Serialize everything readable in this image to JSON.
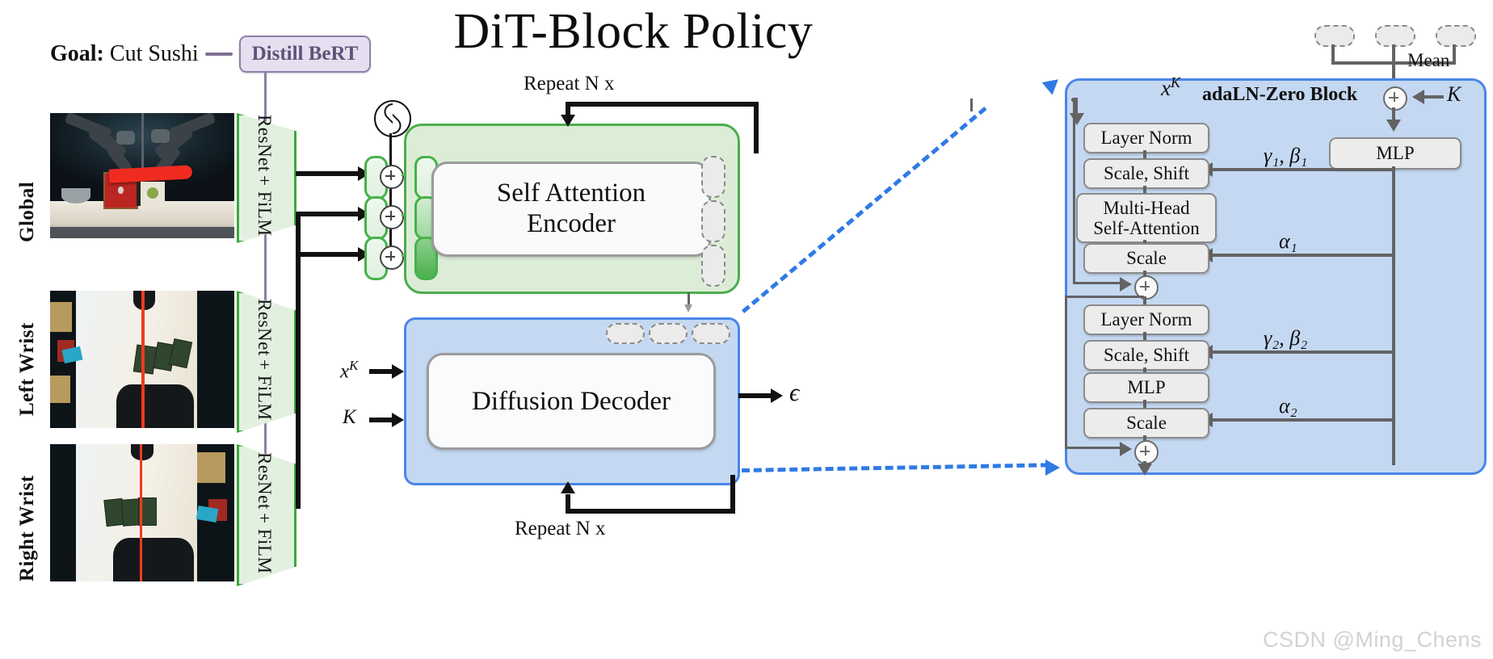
{
  "title": "DiT-Block Policy",
  "goal": {
    "prefix": "Goal:",
    "task": "Cut Sushi",
    "encoder_box": "Distill BeRT"
  },
  "camera_views": [
    {
      "label": "Global",
      "encoder": "ResNet\n+ FiLM"
    },
    {
      "label": "Left Wrist",
      "encoder": "ResNet\n+ FiLM"
    },
    {
      "label": "Right Wrist",
      "encoder": "ResNet\n+ FiLM"
    }
  ],
  "vision_encoder": {
    "line1": "ResNet",
    "line2": "+ FiLM"
  },
  "encoder_block": {
    "title_line1": "Self Attention",
    "title_line2": "Encoder",
    "repeat_label": "Repeat  N x",
    "pos_encoding_icon": "sine-wave-icon"
  },
  "decoder_block": {
    "title": "Diffusion Decoder",
    "repeat_label": "Repeat N x",
    "input_noise": "x",
    "input_noise_sup": "K",
    "input_step": "K",
    "output": "ϵ"
  },
  "adaln_block": {
    "title": "adaLN-Zero Block",
    "input_x": "x",
    "input_x_sup": "K",
    "input_k": "K",
    "mean_label": "Mean",
    "left_column": [
      "Layer Norm",
      "Scale, Shift",
      "Multi-Head\nSelf-Attention",
      "Scale",
      "Layer Norm",
      "Scale, Shift",
      "MLP",
      "Scale"
    ],
    "boxes": {
      "layer_norm": "Layer Norm",
      "scale_shift": "Scale, Shift",
      "mhsa_line1": "Multi-Head",
      "mhsa_line2": "Self-Attention",
      "scale": "Scale",
      "mlp": "MLP"
    },
    "modulation_labels": {
      "gamma_beta_1": "γ₁, β₁",
      "alpha_1": "α₁",
      "gamma_beta_2": "γ₂, β₂",
      "alpha_2": "α₂"
    }
  },
  "watermark": "CSDN @Ming_Chens",
  "colors": {
    "encoder_green_fill": "#dcedd7",
    "encoder_green_border": "#4cae4c",
    "decoder_blue_fill": "#c4d8f2",
    "decoder_blue_border": "#4a86e8",
    "bert_purple_fill": "#e6dff0",
    "bert_purple_border": "#8d80a6",
    "token_green": "#46b24a",
    "dashed_connector": "#2f7ae5",
    "box_gray": "#ececec"
  }
}
